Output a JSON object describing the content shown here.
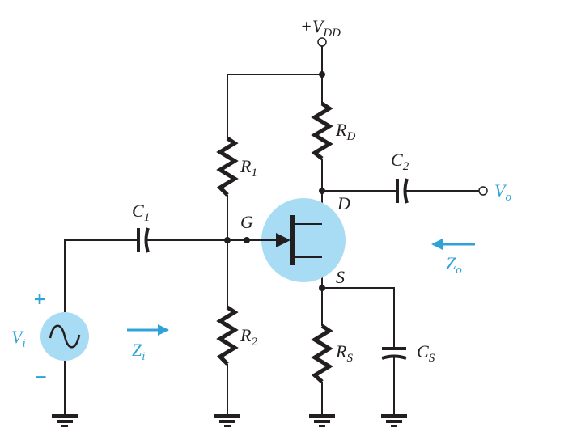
{
  "colors": {
    "wire": "#231f20",
    "accent": "#2fa3d8",
    "device_fill": "#a8dcf4"
  },
  "labels": {
    "vdd": {
      "plus": "+",
      "main": "V",
      "sub": "DD"
    },
    "rd": {
      "main": "R",
      "sub": "D"
    },
    "r1": {
      "main": "R",
      "sub": "1"
    },
    "r2": {
      "main": "R",
      "sub": "2"
    },
    "rs": {
      "main": "R",
      "sub": "S"
    },
    "c1": {
      "main": "C",
      "sub": "1"
    },
    "c2": {
      "main": "C",
      "sub": "2"
    },
    "cs": {
      "main": "C",
      "sub": "S"
    },
    "gate": "G",
    "drain": "D",
    "source": "S",
    "vo": {
      "main": "V",
      "sub": "o"
    },
    "vi": {
      "main": "V",
      "sub": "i"
    },
    "zi": {
      "main": "Z",
      "sub": "i"
    },
    "zo": {
      "main": "Z",
      "sub": "o"
    },
    "source_plus": "+",
    "source_minus": "–"
  },
  "icons": {
    "ac_source": "sine-wave-icon",
    "ground": "ground-icon",
    "zi_arrow": "arrow-right-icon",
    "zo_arrow": "arrow-left-icon"
  }
}
